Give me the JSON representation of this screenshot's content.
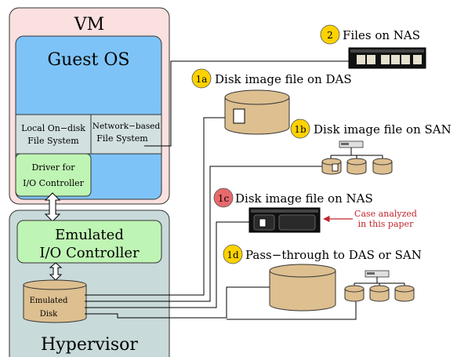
{
  "vm": {
    "title": "VM"
  },
  "guest_os": {
    "title": "Guest OS"
  },
  "local_fs": {
    "line1": "Local On−disk",
    "line2": "File System"
  },
  "network_fs": {
    "line1": "Network−based",
    "line2": "File System"
  },
  "driver": {
    "line1": "Driver for",
    "line2": "I/O Controller"
  },
  "hypervisor": {
    "title": "Hypervisor"
  },
  "emulated_io": {
    "line1": "Emulated",
    "line2": "I/O Controller"
  },
  "emulated_disk": {
    "line1": "Emulated",
    "line2": "Disk"
  },
  "options": [
    {
      "badge": "2",
      "label": "Files on NAS",
      "badge_color": "#ffd200"
    },
    {
      "badge": "1a",
      "label": "Disk image file on DAS",
      "badge_color": "#ffd200"
    },
    {
      "badge": "1b",
      "label": "Disk image file on SAN",
      "badge_color": "#ffd200"
    },
    {
      "badge": "1c",
      "label": "Disk image file on NAS",
      "badge_color": "#e8696b"
    },
    {
      "badge": "1d",
      "label": "Pass−through to DAS or SAN",
      "badge_color": "#ffd200"
    }
  ],
  "annotation": {
    "line1": "Case analyzed",
    "line2": "in this paper",
    "color": "#c0262d"
  },
  "colors": {
    "vm_fill": "#fbe0e0",
    "guest_os_fill": "#7ec3f7",
    "hypervisor_fill": "#c9dada",
    "green_fill": "#bff5b4",
    "disk_fill": "#ddbf90",
    "fs_fill": "#d2e0e0"
  }
}
